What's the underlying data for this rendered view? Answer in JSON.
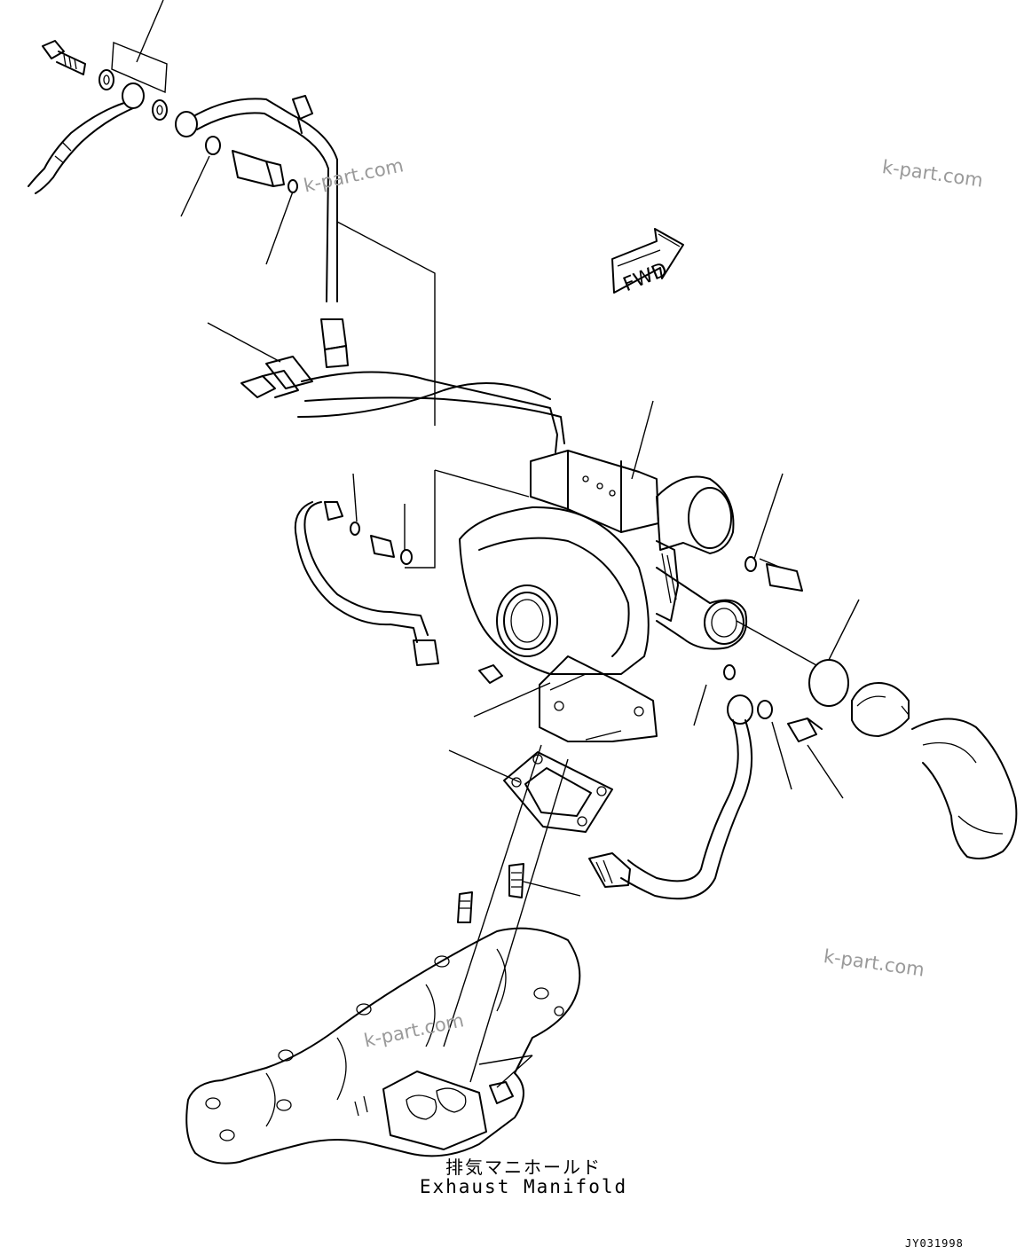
{
  "watermarks": [
    "k-part.com",
    "k-part.com",
    "k-part.com",
    "k-part.com"
  ],
  "direction_arrow_label": "FWD",
  "caption": {
    "japanese": "排気マニホールド",
    "english": "Exhaust Manifold"
  },
  "drawing_code": "JY031998"
}
